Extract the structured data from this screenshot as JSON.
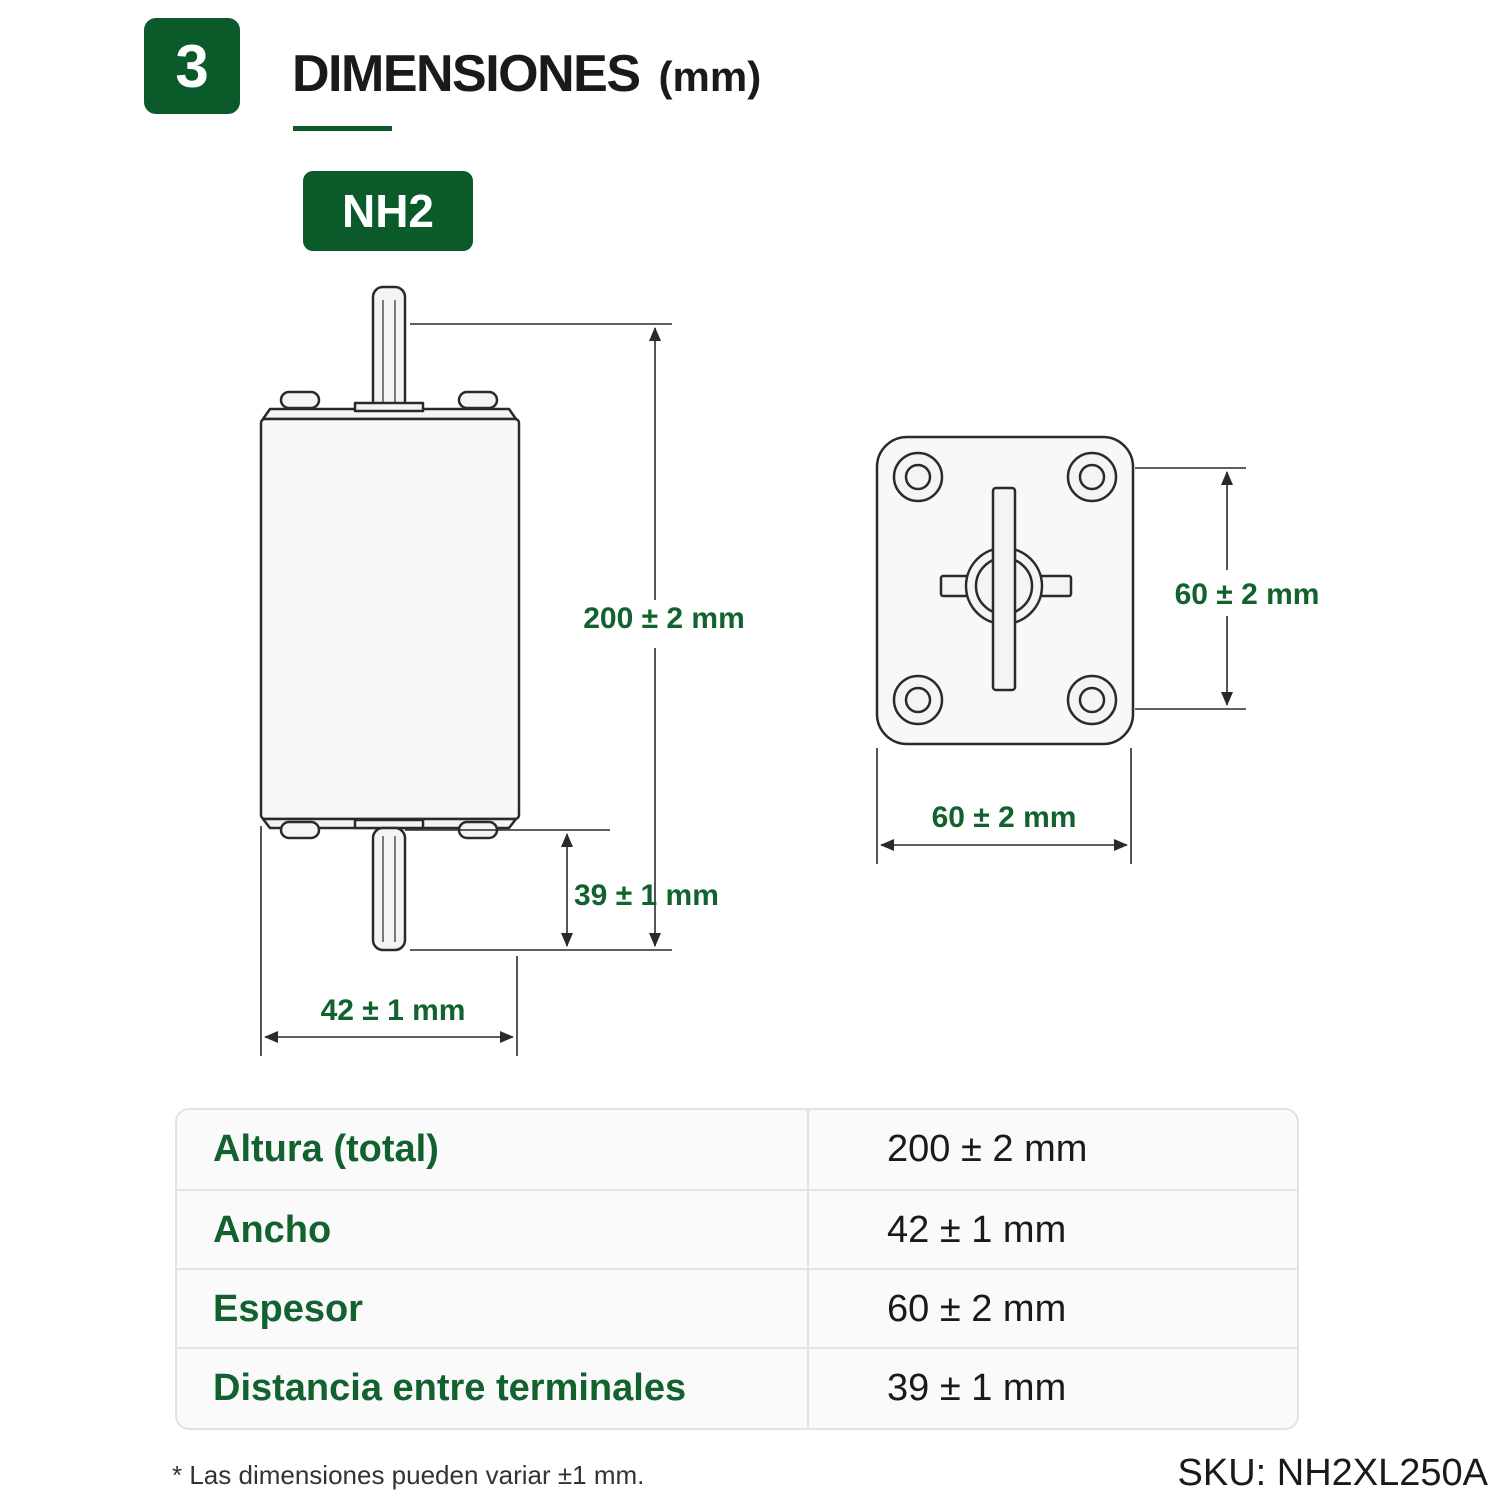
{
  "header": {
    "step_number": "3",
    "title": "DIMENSIONES",
    "title_unit": "(mm)"
  },
  "model_badge": "NH2",
  "diagram": {
    "front_view": {
      "height_label": "200 ± 2 mm",
      "terminal_label": "39 ± 1 mm",
      "width_label": "42 ± 1 mm"
    },
    "top_view": {
      "side_label": "60 ± 2 mm",
      "bottom_label": "60 ± 2 mm"
    }
  },
  "spec_table": {
    "rows": [
      {
        "name": "Altura (total)",
        "value": "200 ± 2 mm"
      },
      {
        "name": "Ancho",
        "value": "42 ± 1 mm"
      },
      {
        "name": "Espesor",
        "value": "60 ± 2 mm"
      },
      {
        "name": "Distancia entre terminales",
        "value": "39 ± 1 mm"
      }
    ]
  },
  "footnote": "* Las dimensiones pueden variar ±1 mm.",
  "sku": "SKU: NH2XL250A",
  "colors": {
    "brand_green": "#0b5a2a",
    "label_green": "#12622f",
    "outline": "#2a2a2a"
  }
}
